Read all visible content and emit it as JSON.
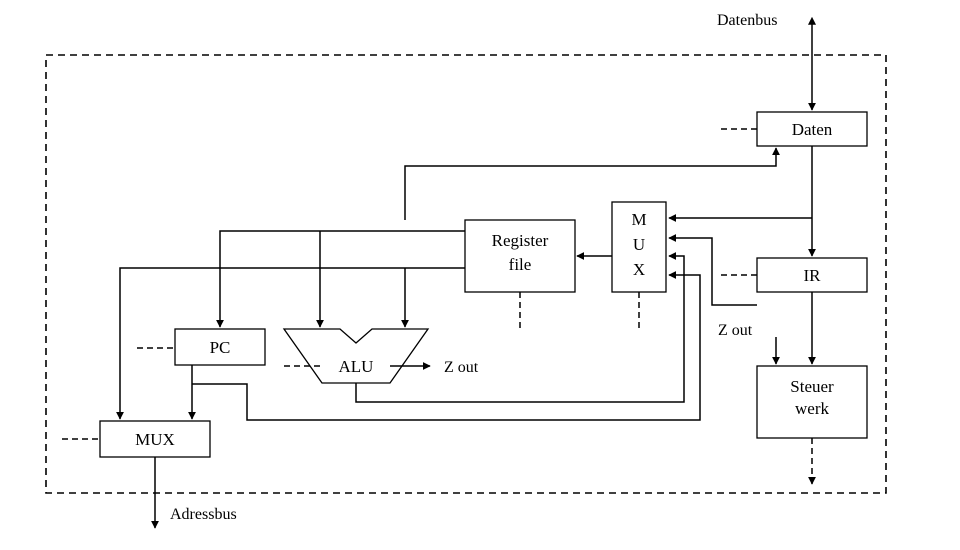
{
  "diagram": {
    "external": {
      "datenbus": "Datenbus",
      "adressbus": "Adressbus"
    },
    "blocks": {
      "daten": "Daten",
      "ir": "IR",
      "steuerwerk_line1": "Steuer",
      "steuerwerk_line2": "werk",
      "register_line1": "Register",
      "register_line2": "file",
      "mux_right_m": "M",
      "mux_right_u": "U",
      "mux_right_x": "X",
      "pc": "PC",
      "alu": "ALU",
      "mux_bottom": "MUX"
    },
    "signals": {
      "z_out_alu": "Z  out",
      "z_out_steuer": "Z  out"
    }
  }
}
